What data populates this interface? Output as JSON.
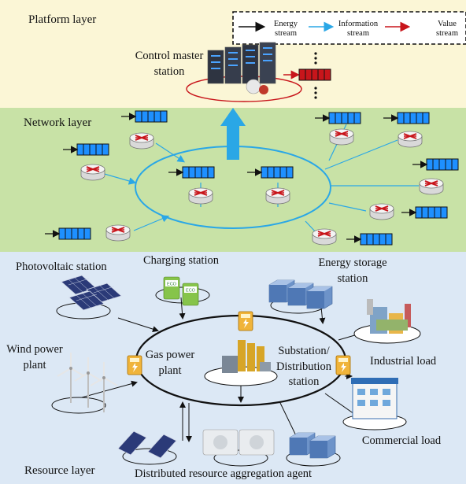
{
  "layers": {
    "platform": "Platform layer",
    "network": "Network layer",
    "resource": "Resource layer"
  },
  "legend": {
    "energy": "Energy stream",
    "information": "Information stream",
    "value": "Value stream"
  },
  "nodes": {
    "control_master_station": "Control master station",
    "photovoltaic_station": "Photovoltaic station",
    "charging_station": "Charging station",
    "energy_storage_station": "Energy storage station",
    "wind_power_plant": "Wind power plant",
    "gas_power_plant": "Gas power plant",
    "substation": "Substation/ Distribution station",
    "industrial_load": "Industrial load",
    "commercial_load": "Commercial load",
    "aggregation_agent": "Distributed resource aggregation agent"
  },
  "icon_labels": {
    "eco": "ECO"
  },
  "colors": {
    "platform_bg": "#fbf6d6",
    "network_bg": "#c8e2a6",
    "resource_bg": "#dce8f5",
    "energy": "#111111",
    "information": "#2aa7e6",
    "value": "#c8151b",
    "packet": "#1e90ff"
  }
}
